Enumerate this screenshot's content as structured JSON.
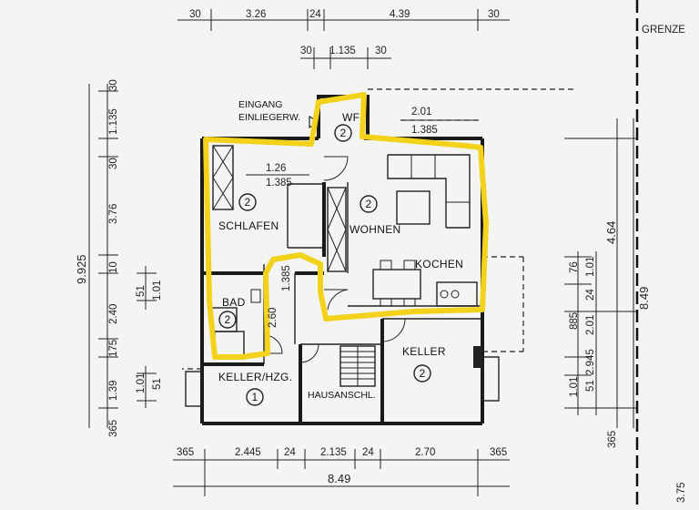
{
  "dims_top": [
    "30",
    "3.26",
    "24",
    "4.39",
    "30"
  ],
  "dims_top2": [
    "30",
    "1.135",
    "30"
  ],
  "dims_left": [
    "30",
    "1.135",
    "30",
    "3.76",
    "10",
    "2.40",
    "175",
    "1.39",
    "365"
  ],
  "dim_left_total": "9.925",
  "dims_left_inner": [
    "51",
    "1.01",
    "1.01",
    "51"
  ],
  "dims_right_outer": [
    "4.64",
    "8.49"
  ],
  "dims_right_inner": [
    "76",
    "1.01",
    "24",
    "885",
    "2.01",
    "2.945",
    "1.01",
    "51",
    "365"
  ],
  "dims_bottom": [
    "365",
    "2.445",
    "24",
    "2.135",
    "24",
    "2.70",
    "365"
  ],
  "dim_bottom_total": "8.49",
  "dim_corner": "3.75",
  "dims_interior": [
    "2.01",
    "1.385",
    "1.26",
    "1.385",
    "1.385",
    "2.60"
  ],
  "boundary_label": "GRENZE",
  "entrance_label_line1": "EINGANG",
  "entrance_label_line2": "EINLIEGERW.",
  "rooms": [
    {
      "name": "WF",
      "number": "2"
    },
    {
      "name": "SCHLAFEN",
      "number": "2"
    },
    {
      "name": "WOHNEN",
      "number": "2"
    },
    {
      "name": "KOCHEN",
      "number": ""
    },
    {
      "name": "BAD",
      "number": "2"
    },
    {
      "name": "KELLER/HZG.",
      "number": "1"
    },
    {
      "name": "HAUSANSCHL.",
      "number": ""
    },
    {
      "name": "KELLER",
      "number": "2"
    }
  ]
}
